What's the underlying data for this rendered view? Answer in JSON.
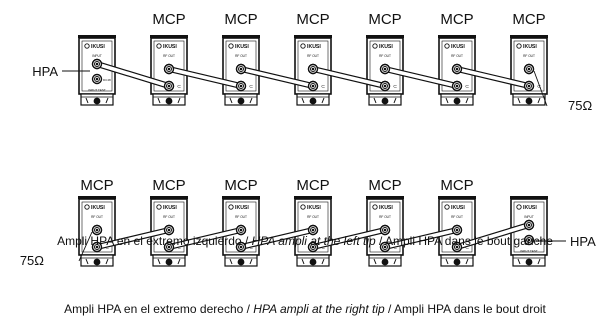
{
  "top_row": {
    "unit_labels": [
      "MCP",
      "MCP",
      "MCP",
      "MCP",
      "MCP",
      "MCP"
    ],
    "left_label": "HPA",
    "right_label": "75Ω",
    "caption": {
      "part1": "Ampli HPA en el extremo izquierdo / ",
      "part2": "HPA ampli at the left tip",
      "part3": " / Ampli HPA dans le bout gauche"
    }
  },
  "bottom_row": {
    "unit_labels": [
      "MCP",
      "MCP",
      "MCP",
      "MCP",
      "MCP",
      "MCP"
    ],
    "left_label": "75Ω",
    "right_label": "HPA",
    "caption": {
      "part1": "Ampli HPA en el extremo derecho / ",
      "part2": "HPA ampli at the right tip",
      "part3": " / Ampli HPA dans le bout droit"
    }
  },
  "module_texts": {
    "brand": "IKUSI",
    "rf_out": "RF OUT",
    "input": "INPUT",
    "input_test": "INPUT TEST",
    "dc48": "DC48"
  },
  "colors": {
    "ink": "#111111",
    "panel": "#ffffff",
    "cable": "#ffffff"
  }
}
